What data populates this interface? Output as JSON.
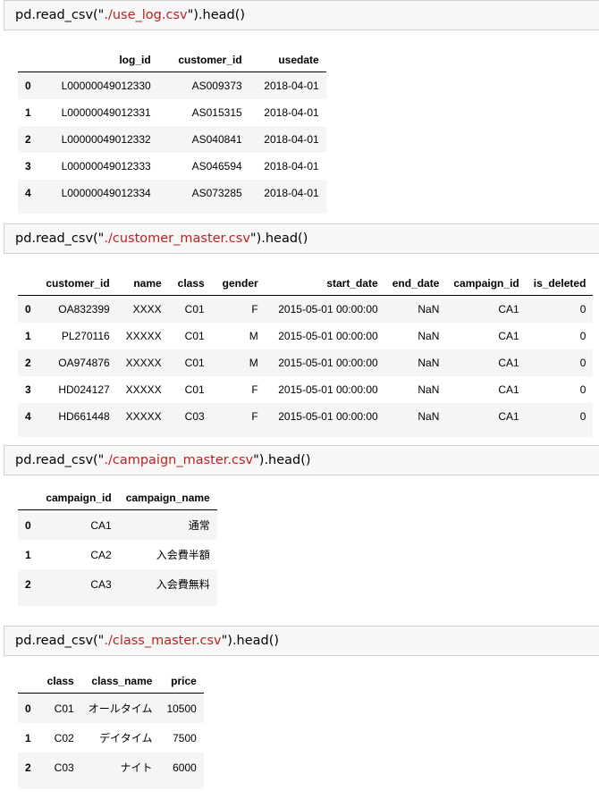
{
  "cells": [
    {
      "code_prefix": "pd.read_csv(\"",
      "code_path": "./use_log.csv",
      "code_suffix": "\").head()",
      "table": {
        "index_name": "",
        "columns": [
          "log_id",
          "customer_id",
          "usedate"
        ],
        "index": [
          "0",
          "1",
          "2",
          "3",
          "4"
        ],
        "rows": [
          [
            "L00000049012330",
            "AS009373",
            "2018-04-01"
          ],
          [
            "L00000049012331",
            "AS015315",
            "2018-04-01"
          ],
          [
            "L00000049012332",
            "AS040841",
            "2018-04-01"
          ],
          [
            "L00000049012333",
            "AS046594",
            "2018-04-01"
          ],
          [
            "L00000049012334",
            "AS073285",
            "2018-04-01"
          ]
        ]
      }
    },
    {
      "code_prefix": "pd.read_csv(\"",
      "code_path": "./customer_master.csv",
      "code_suffix": "\").head()",
      "table": {
        "index_name": "",
        "columns": [
          "customer_id",
          "name",
          "class",
          "gender",
          "start_date",
          "end_date",
          "campaign_id",
          "is_deleted"
        ],
        "index": [
          "0",
          "1",
          "2",
          "3",
          "4"
        ],
        "rows": [
          [
            "OA832399",
            "XXXX",
            "C01",
            "F",
            "2015-05-01 00:00:00",
            "NaN",
            "CA1",
            "0"
          ],
          [
            "PL270116",
            "XXXXX",
            "C01",
            "M",
            "2015-05-01 00:00:00",
            "NaN",
            "CA1",
            "0"
          ],
          [
            "OA974876",
            "XXXXX",
            "C01",
            "M",
            "2015-05-01 00:00:00",
            "NaN",
            "CA1",
            "0"
          ],
          [
            "HD024127",
            "XXXXX",
            "C01",
            "F",
            "2015-05-01 00:00:00",
            "NaN",
            "CA1",
            "0"
          ],
          [
            "HD661448",
            "XXXXX",
            "C03",
            "F",
            "2015-05-01 00:00:00",
            "NaN",
            "CA1",
            "0"
          ]
        ]
      }
    },
    {
      "code_prefix": "pd.read_csv(\"",
      "code_path": "./campaign_master.csv",
      "code_suffix": "\").head()",
      "table": {
        "index_name": "",
        "columns": [
          "campaign_id",
          "campaign_name"
        ],
        "index": [
          "0",
          "1",
          "2"
        ],
        "rows": [
          [
            "CA1",
            "通常"
          ],
          [
            "CA2",
            "入会費半額"
          ],
          [
            "CA3",
            "入会費無料"
          ]
        ]
      }
    },
    {
      "code_prefix": "pd.read_csv(\"",
      "code_path": "./class_master.csv",
      "code_suffix": "\").head()",
      "table": {
        "index_name": "",
        "columns": [
          "class",
          "class_name",
          "price"
        ],
        "index": [
          "0",
          "1",
          "2"
        ],
        "rows": [
          [
            "C01",
            "オールタイム",
            "10500"
          ],
          [
            "C02",
            "デイタイム",
            "7500"
          ],
          [
            "C03",
            "ナイト",
            "6000"
          ]
        ]
      }
    }
  ],
  "colors": {
    "cell_background": "#f7f7f7",
    "cell_border": "#cfcfcf",
    "string_literal": "#bb2222",
    "row_stripe": "#f5f5f5",
    "text": "#000000"
  }
}
